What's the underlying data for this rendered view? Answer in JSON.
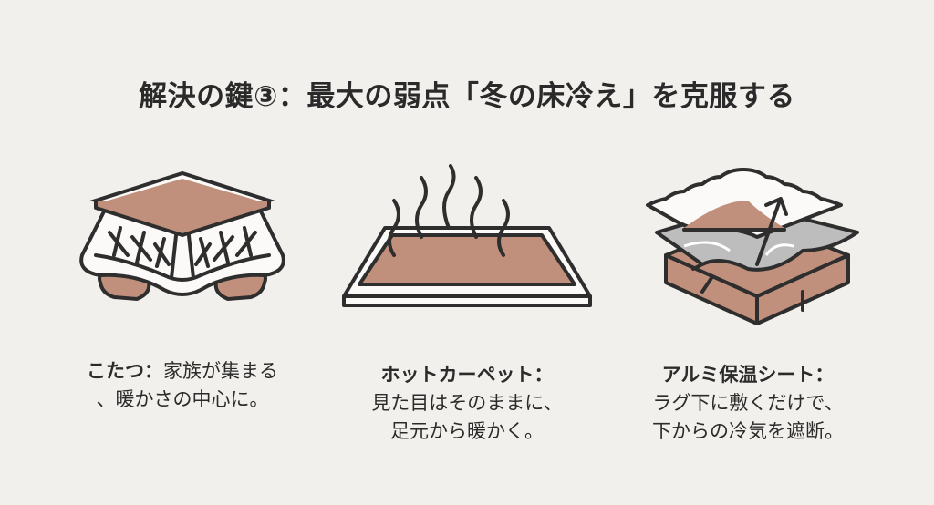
{
  "title": "解決の鍵③：最大の弱点「冬の床冷え」を克服する",
  "colors": {
    "background": "#f2f0ec",
    "accent_brown": "#c0907c",
    "line": "#2e2e2e",
    "foil_gray": "#bdbdbd"
  },
  "items": [
    {
      "icon": "kotatsu-icon",
      "heading": "こたつ：",
      "line1_rest": "家族が集まる",
      "line2": "、暖かさの中心に。"
    },
    {
      "icon": "heated-carpet-icon",
      "heading": "ホットカーペット：",
      "line1": "見た目はそのままに、",
      "line2": "足元から暖かく。"
    },
    {
      "icon": "aluminum-sheet-icon",
      "heading": "アルミ保温シート：",
      "line1": "ラグ下に敷くだけで、",
      "line2": "下からの冷気を遮断。"
    }
  ]
}
